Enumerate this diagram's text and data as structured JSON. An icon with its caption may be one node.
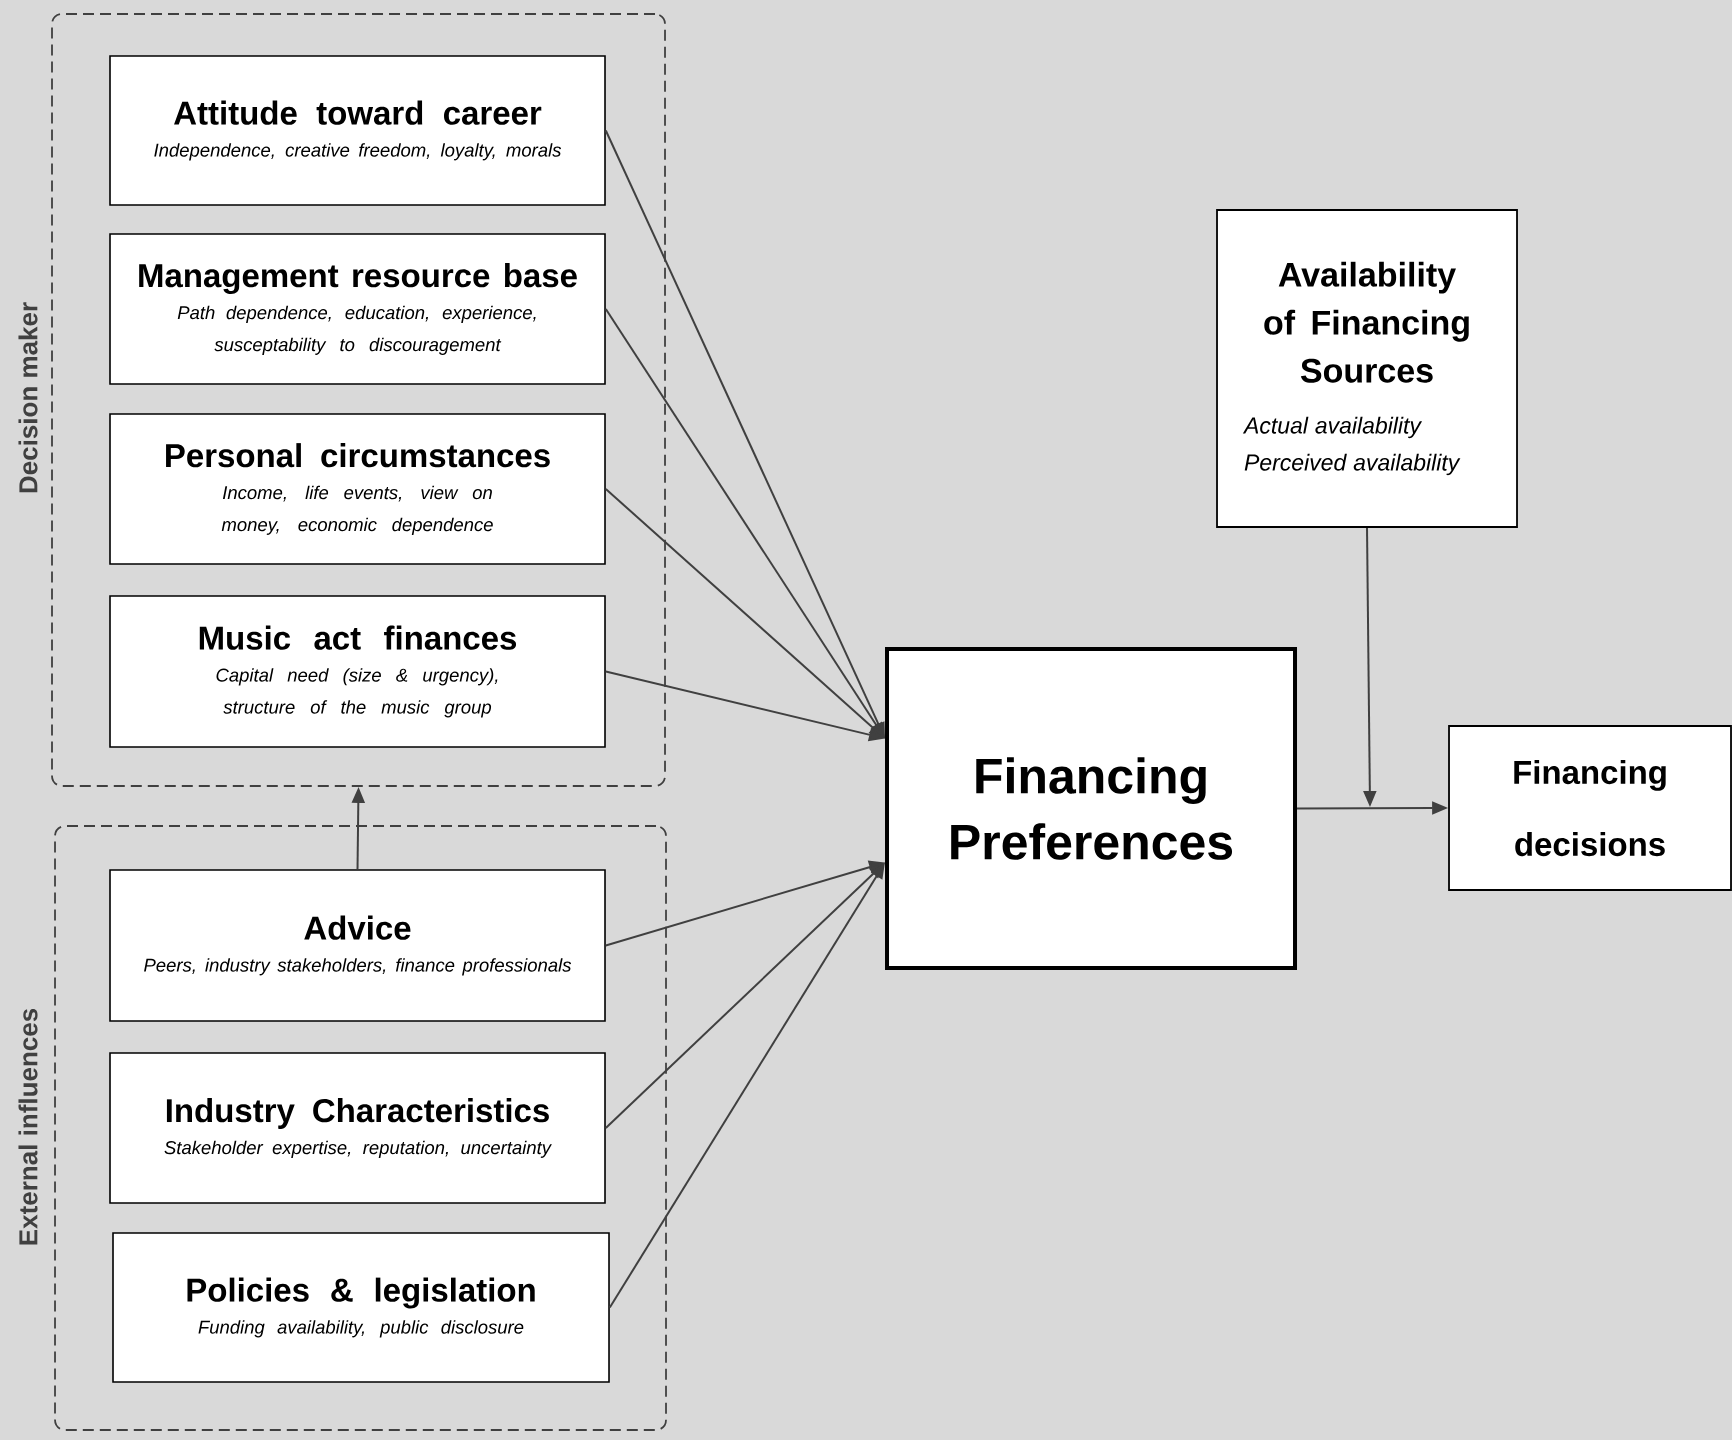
{
  "diagram": {
    "nodes": [
      {
        "text": [
          "Decision maker"
        ]
      },
      {
        "text": [
          "Attitude toward career",
          "Independence, creative freedom, loyalty, morals"
        ],
        "in": 0
      },
      {
        "text": [
          "Management resource base",
          "Path dependence, education, experience, susceptability to discouragement"
        ],
        "in": 0
      },
      {
        "text": [
          "Personal circumstances",
          "Income, life events, view on money, economic dependence"
        ],
        "in": 0
      },
      {
        "text": [
          "Music act finances",
          "Capital need (size & urgency), structure of the music group"
        ],
        "in": 0
      },
      {
        "text": [
          "External influences"
        ]
      },
      {
        "text": [
          "Advice",
          "Peers, industry stakeholders, finance professionals"
        ],
        "in": 5
      },
      {
        "text": [
          "Industry Characteristics",
          "Stakeholder expertise, reputation, uncertainty"
        ],
        "in": 5
      },
      {
        "text": [
          "Policies & legislation",
          "Funding availability, public disclosure"
        ],
        "in": 5
      },
      {
        "text": [
          "Financing Preferences"
        ]
      },
      {
        "text": [
          "Availability of Financing Sources",
          "Actual availability",
          "Perceived availability"
        ]
      },
      {
        "text": [
          "Financing decisions"
        ]
      }
    ],
    "edges": [
      {
        "from": 1,
        "to": 9,
        "arrow": "to"
      },
      {
        "from": 2,
        "to": 9,
        "arrow": "to"
      },
      {
        "from": 3,
        "to": 9,
        "arrow": "to"
      },
      {
        "from": 4,
        "to": 9,
        "arrow": "to"
      },
      {
        "from": 6,
        "to": 9,
        "arrow": "to"
      },
      {
        "from": 7,
        "to": 9,
        "arrow": "to"
      },
      {
        "from": 8,
        "to": 9,
        "arrow": "to"
      },
      {
        "from": 6,
        "to": 0,
        "arrow": "to"
      },
      {
        "from": 9,
        "to": 11,
        "arrow": "to"
      },
      {
        "from": 10,
        "to": null,
        "arrow": "to"
      }
    ]
  }
}
